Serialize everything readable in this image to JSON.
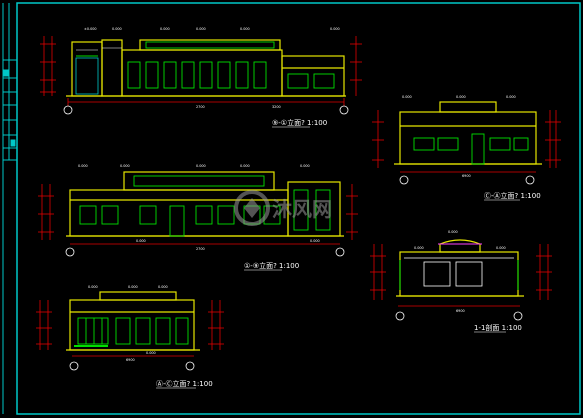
{
  "watermark": {
    "text": "沐风网",
    "logo_icon": "mufeng-logo-icon"
  },
  "colors": {
    "background": "#000000",
    "frame": "#00c8c8",
    "wall": "#e6e600",
    "window": "#00e000",
    "dimension": "#e00000",
    "text": "#ffffff",
    "roof": "#ff40ff"
  },
  "drawings": {
    "elev_1_9": {
      "title": "⑨-①立面",
      "suffix": "?",
      "scale": "1:100"
    },
    "elev_2": {
      "title": "Ⓒ-Ⓐ立面",
      "suffix": "?",
      "scale": "1:100"
    },
    "elev_1_9b": {
      "title": "①-⑨立面",
      "suffix": "?",
      "scale": "1:100"
    },
    "section": {
      "title": "1-1剖面",
      "suffix": "?",
      "scale": "1:100"
    },
    "elev_4": {
      "title": "Ⓐ-Ⓒ立面",
      "suffix": "?",
      "scale": "1:100"
    }
  }
}
